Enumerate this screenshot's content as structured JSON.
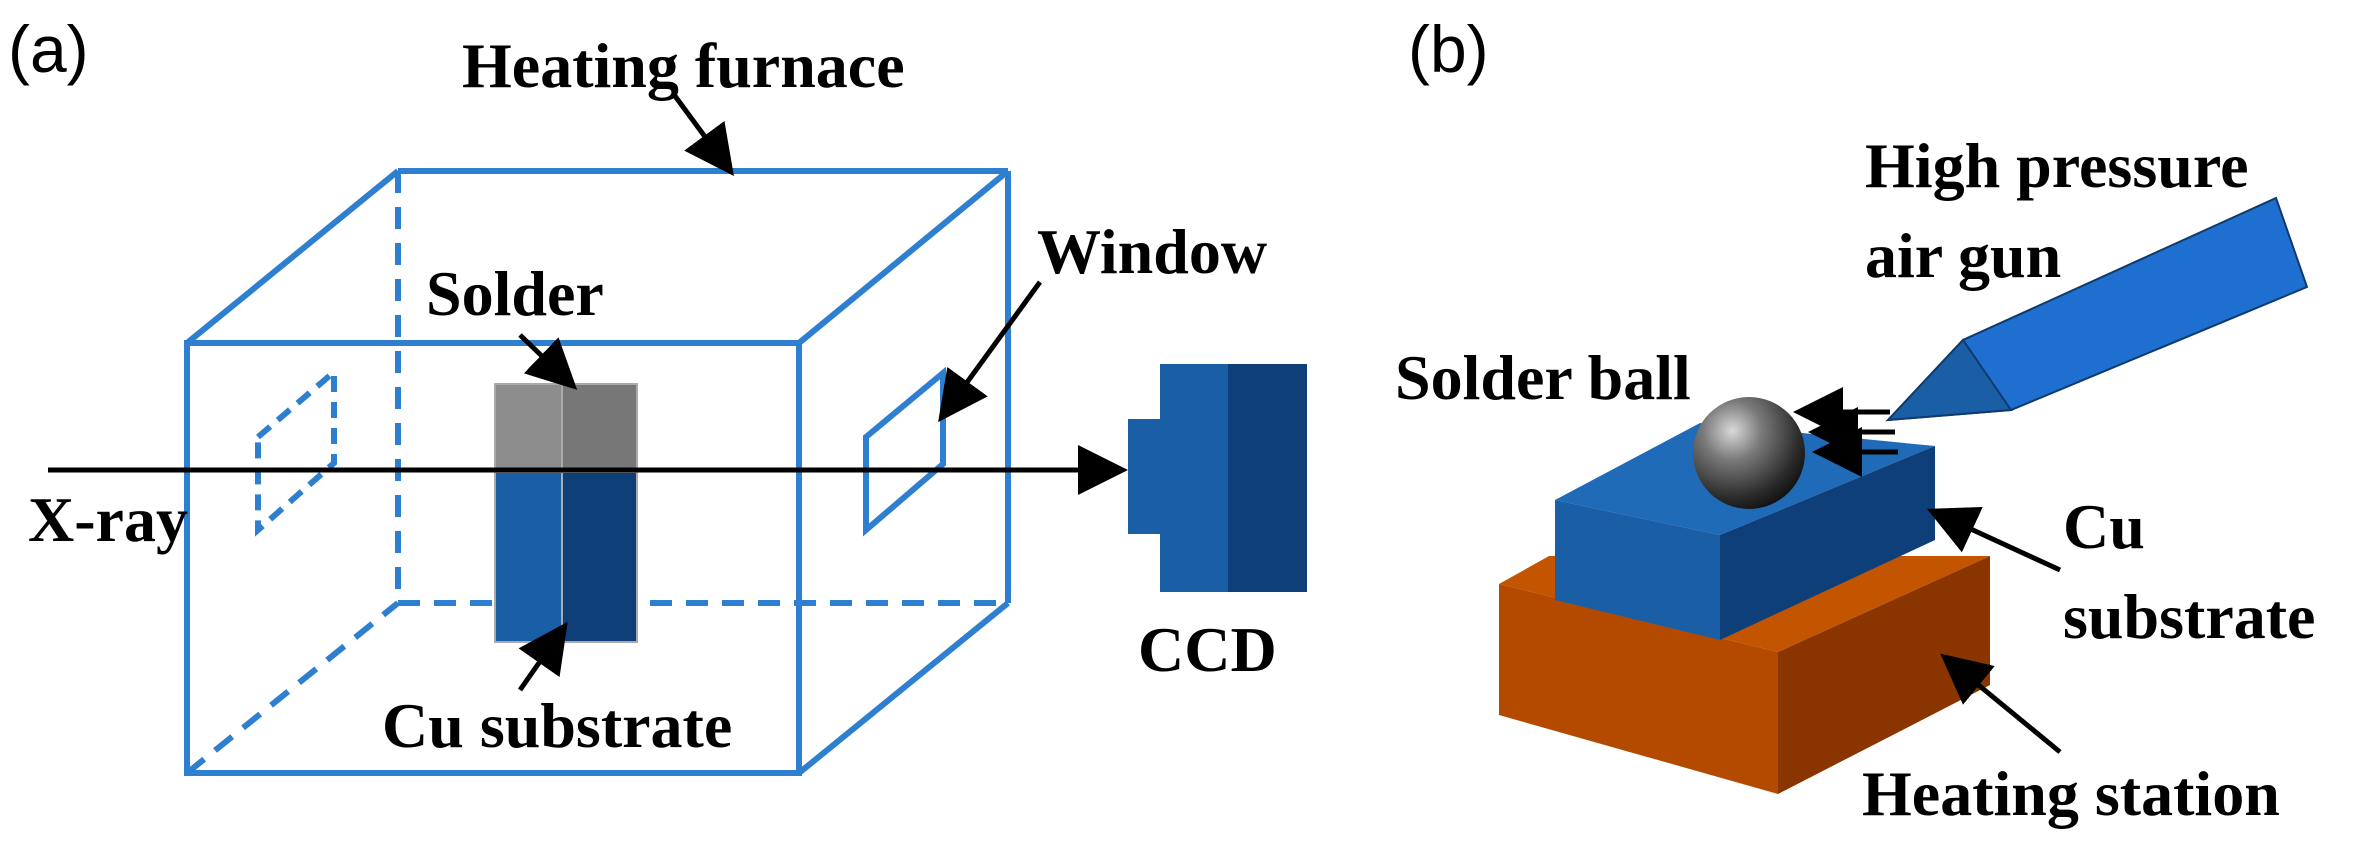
{
  "panel_a": {
    "panel_label": "(a)",
    "labels": {
      "heating_furnace": "Heating furnace",
      "solder": "Solder",
      "window": "Window",
      "xray": "X-ray",
      "cu_substrate": "Cu substrate",
      "ccd": "CCD"
    }
  },
  "panel_b": {
    "panel_label": "(b)",
    "labels": {
      "high_pressure_line1": "High pressure",
      "high_pressure_line2": "air gun",
      "solder_ball": "Solder ball",
      "cu_line1": "Cu",
      "cu_line2": "substrate",
      "heating_station": "Heating station"
    }
  },
  "colors": {
    "furnace_edge": "#2f7fd0",
    "cu_front": "#1a5fa6",
    "cu_side": "#0e3f79",
    "solder_front": "#8c8c8c",
    "solder_side": "#777777",
    "ccd_light": "#1a5fa6",
    "ccd_dark": "#0e3f79",
    "heater_front": "#b34a00",
    "heater_side": "#8a3500",
    "gun": "#1e6fd0"
  }
}
